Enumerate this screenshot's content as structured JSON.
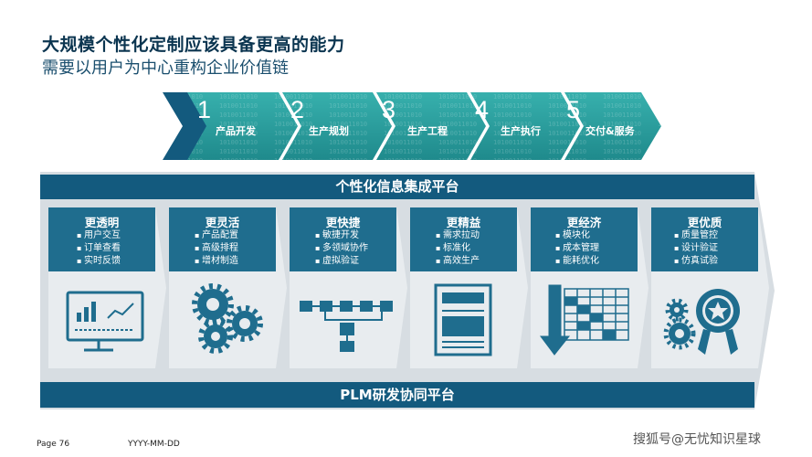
{
  "title": "大规模个性化定制应该具备更高的能力",
  "subtitle": "需要以用户为中心重构企业价值链",
  "stages": [
    {
      "num": "1",
      "label": "产品开发"
    },
    {
      "num": "2",
      "label": "生产规划"
    },
    {
      "num": "3",
      "label": "生产工程"
    },
    {
      "num": "4",
      "label": "生产执行"
    },
    {
      "num": "5",
      "label": "交付&服务"
    }
  ],
  "platform_title": "个性化信息集成平台",
  "bottom_platform": "PLM研发协同平台",
  "cards": [
    {
      "title": "更透明",
      "items": [
        "用户交互",
        "订单查看",
        "实时反馈"
      ],
      "icon": "dashboard-chart-icon"
    },
    {
      "title": "更灵活",
      "items": [
        "产品配置",
        "高级排程",
        "增材制造"
      ],
      "icon": "gears-icon"
    },
    {
      "title": "更快捷",
      "items": [
        "敏捷开发",
        "多领域协作",
        "虚拟验证"
      ],
      "icon": "flowchart-icon"
    },
    {
      "title": "更精益",
      "items": [
        "需求拉动",
        "标准化",
        "高效生产"
      ],
      "icon": "document-icon"
    },
    {
      "title": "更经济",
      "items": [
        "模块化",
        "成本管理",
        "能耗优化"
      ],
      "icon": "grid-arrow-icon"
    },
    {
      "title": "更优质",
      "items": [
        "质量管控",
        "设计验证",
        "仿真试验"
      ],
      "icon": "award-gears-icon"
    }
  ],
  "footer": {
    "page": "Page 76",
    "date": "YYYY-MM-DD"
  },
  "watermark": "搜狐号@无忧知识星球",
  "colors": {
    "teal": "#2a9d9e",
    "dark_blue": "#135a7e",
    "card_blue": "#1f6d8e",
    "light_bg": "#d7dde2"
  }
}
